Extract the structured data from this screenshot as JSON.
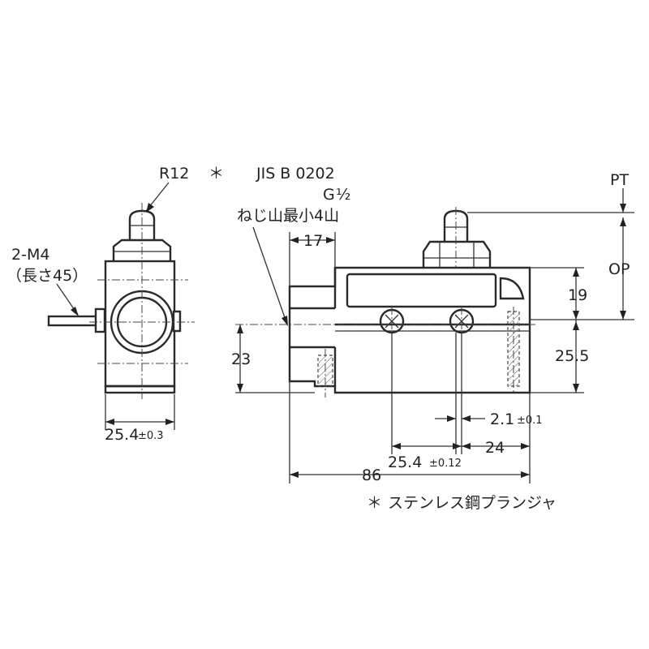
{
  "callouts": {
    "radius": "R12",
    "asterisk": "＊",
    "thread_standard": "JIS B 0202",
    "thread_size": "G",
    "thread_fraction": "½",
    "thread_note": "ねじ山最小4山",
    "screw_size": "2-M4",
    "screw_length": "（長さ45）"
  },
  "dimensions": {
    "side_width": "25.4",
    "side_width_tol": "±0.3",
    "front_17": "17",
    "front_23": "23",
    "front_19": "19",
    "front_25_5": "25.5",
    "pt": "PT",
    "op": "OP",
    "front_2_1": "2.1",
    "front_2_1_tol": "±0.1",
    "front_24": "24",
    "front_25_4": "25.4",
    "front_25_4_tol": "±0.12",
    "front_86": "86"
  },
  "footnote": {
    "mark": "＊",
    "text": "ステンレス鋼プランジャ"
  }
}
